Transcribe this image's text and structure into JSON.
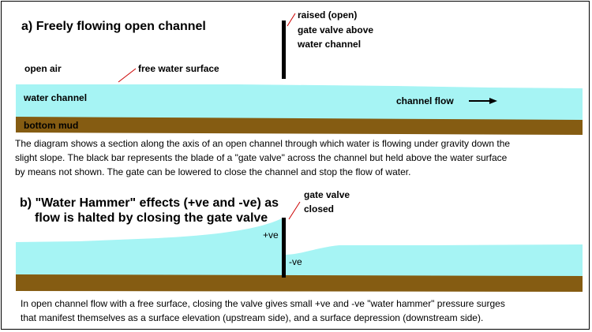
{
  "section_a": {
    "heading_letter": "a)",
    "heading_text": "Freely flowing open channel",
    "labels": {
      "gate_line1": "raised (open)",
      "gate_line2": "gate valve above",
      "gate_line3": "water channel",
      "open_air": "open air",
      "free_surface": "free water surface",
      "water_channel": "water channel",
      "channel_flow": "channel flow",
      "bottom_mud": "bottom mud"
    },
    "description_lines": [
      "The diagram shows a section along the axis of an open channel through which water is flowing under gravity down the",
      "slight slope. The black bar represents the blade of a \"gate valve\" across the channel but held above the water surface",
      "by means not shown. The gate can be lowered to close the channel and stop the flow of water."
    ]
  },
  "section_b": {
    "heading_letter": "b)",
    "heading_line1": "\"Water Hammer\" effects  (+ve and -ve) as",
    "heading_line2": "flow is halted by closing the gate valve",
    "labels": {
      "gate_line1": "gate valve",
      "gate_line2": "closed",
      "plus": "+ve",
      "minus": "-ve"
    },
    "description_lines": [
      "In open channel flow with a free surface, closing the valve gives small +ve and -ve \"water hammer\" pressure surges",
      "that manifest themselves as a surface elevation (upstream side), and a surface depression (downstream side)."
    ]
  },
  "colors": {
    "water": "#a6f4f4",
    "mud": "#855c12",
    "gate": "#000000",
    "pointer": "#cc0000",
    "border": "#000000"
  }
}
